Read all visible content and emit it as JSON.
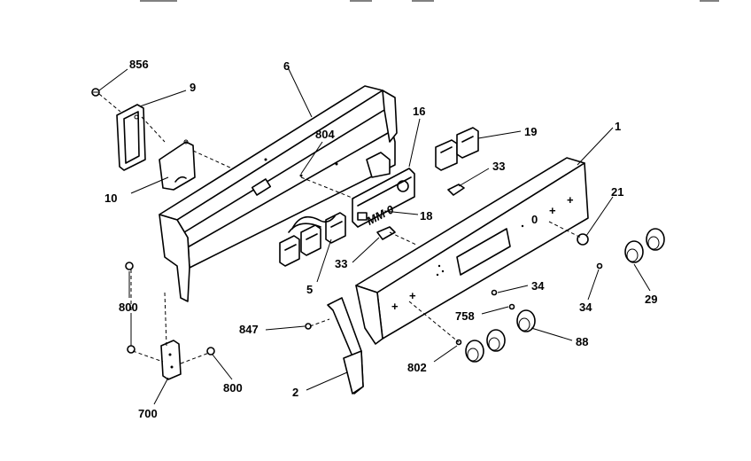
{
  "parts": [
    {
      "id": "lbl-856",
      "label": "856"
    },
    {
      "id": "lbl-9",
      "label": "9"
    },
    {
      "id": "lbl-6",
      "label": "6"
    },
    {
      "id": "lbl-16",
      "label": "16"
    },
    {
      "id": "lbl-804",
      "label": "804"
    },
    {
      "id": "lbl-19",
      "label": "19"
    },
    {
      "id": "lbl-1",
      "label": "1"
    },
    {
      "id": "lbl-33a",
      "label": "33"
    },
    {
      "id": "lbl-10",
      "label": "10"
    },
    {
      "id": "lbl-18",
      "label": "18"
    },
    {
      "id": "lbl-21",
      "label": "21"
    },
    {
      "id": "lbl-33b",
      "label": "33"
    },
    {
      "id": "lbl-5",
      "label": "5"
    },
    {
      "id": "lbl-800a",
      "label": "800"
    },
    {
      "id": "lbl-34a",
      "label": "34"
    },
    {
      "id": "lbl-34b",
      "label": "34"
    },
    {
      "id": "lbl-29",
      "label": "29"
    },
    {
      "id": "lbl-847",
      "label": "847"
    },
    {
      "id": "lbl-758",
      "label": "758"
    },
    {
      "id": "lbl-88",
      "label": "88"
    },
    {
      "id": "lbl-802",
      "label": "802"
    },
    {
      "id": "lbl-800b",
      "label": "800"
    },
    {
      "id": "lbl-2",
      "label": "2"
    },
    {
      "id": "lbl-700",
      "label": "700"
    }
  ]
}
